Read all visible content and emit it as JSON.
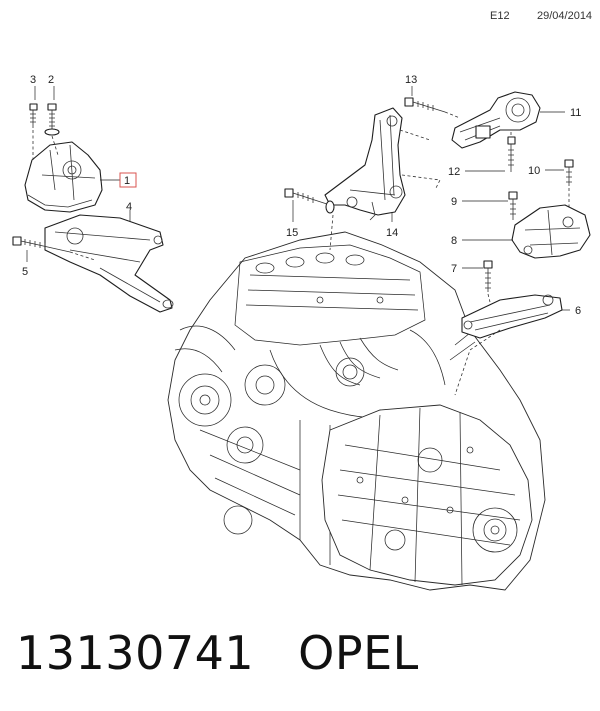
{
  "header": {
    "code": "E12",
    "date": "29/04/2014"
  },
  "callouts": [
    "1",
    "2",
    "3",
    "4",
    "5",
    "6",
    "7",
    "8",
    "9",
    "10",
    "11",
    "12",
    "13",
    "14",
    "15"
  ],
  "highlight_color": "#d9534f",
  "caption": {
    "part_number": "13130741",
    "brand": "OPEL"
  }
}
